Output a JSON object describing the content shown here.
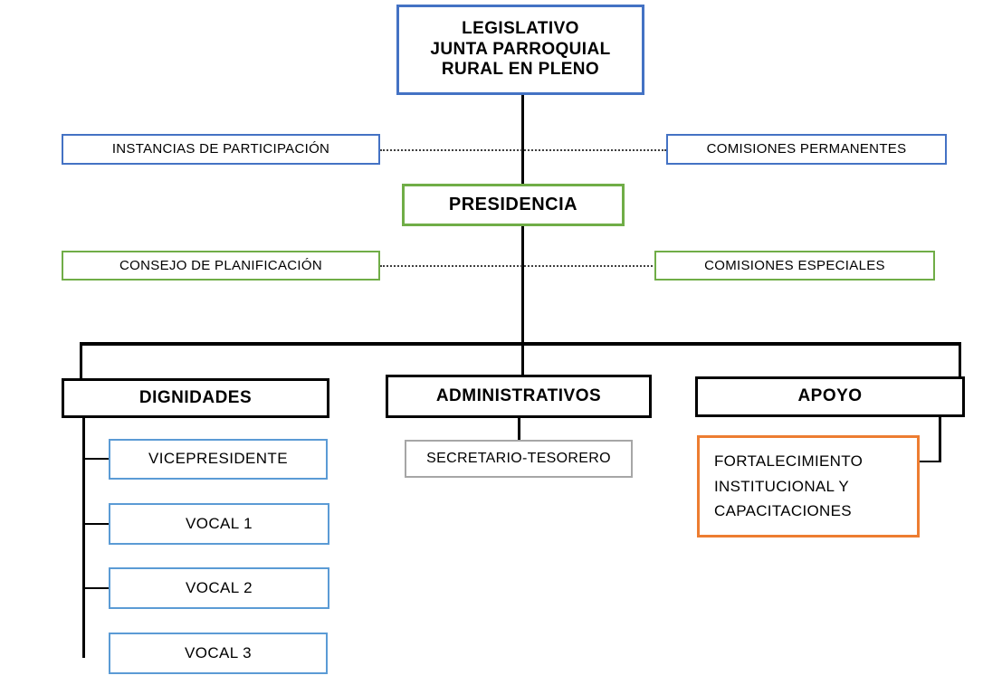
{
  "diagram": {
    "type": "organizational-chart",
    "title": "Estructura Organica - Junta Parroquial Rural",
    "colors": {
      "blue": "#4472C4",
      "light_blue": "#5B9BD5",
      "green": "#70AD47",
      "orange": "#ED7D31",
      "gray": "#A6A6A6",
      "black": "#000000",
      "text": "#000000",
      "background": "#FFFFFF"
    },
    "nodes": {
      "legislativo": "LEGISLATIVO\nJUNTA PARROQUIAL\nRURAL EN PLENO",
      "instancias_participacion": "INSTANCIAS DE PARTICIPACIÓN",
      "comisiones_permanentes": "COMISIONES  PERMANENTES",
      "presidencia": "PRESIDENCIA",
      "consejo_planificacion": "CONSEJO DE PLANIFICACIÓN",
      "comisiones_especiales": "COMISIONES  ESPECIALES",
      "dignidades": "DIGNIDADES",
      "administrativos": "ADMINISTRATIVOS",
      "apoyo": "APOYO",
      "vicepresidente": "VICEPRESIDENTE",
      "vocal_1": "VOCAL 1",
      "vocal_2": "VOCAL 2",
      "vocal_3": "VOCAL 3",
      "secretario_tesorero": "SECRETARIO-TESORERO",
      "fortalecimiento": "FORTALECIMIENTO\nINSTITUCIONAL   Y\nCAPACITACIONES"
    }
  }
}
